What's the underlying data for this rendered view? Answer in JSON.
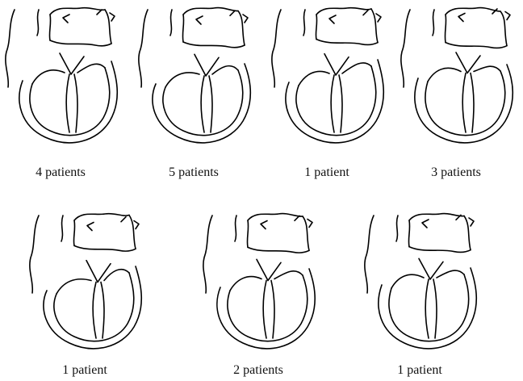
{
  "figure": {
    "panels": [
      {
        "caption": "4 patients",
        "variant": 0
      },
      {
        "caption": "5 patients",
        "variant": 1
      },
      {
        "caption": "1 patient",
        "variant": 2
      },
      {
        "caption": "3 patients",
        "variant": 3
      },
      {
        "caption": "1 patient",
        "variant": 4
      },
      {
        "caption": "2 patients",
        "variant": 5
      },
      {
        "caption": "1 patient",
        "variant": 6
      }
    ],
    "colors": {
      "ink": "#000000",
      "background": "#ffffff"
    }
  }
}
